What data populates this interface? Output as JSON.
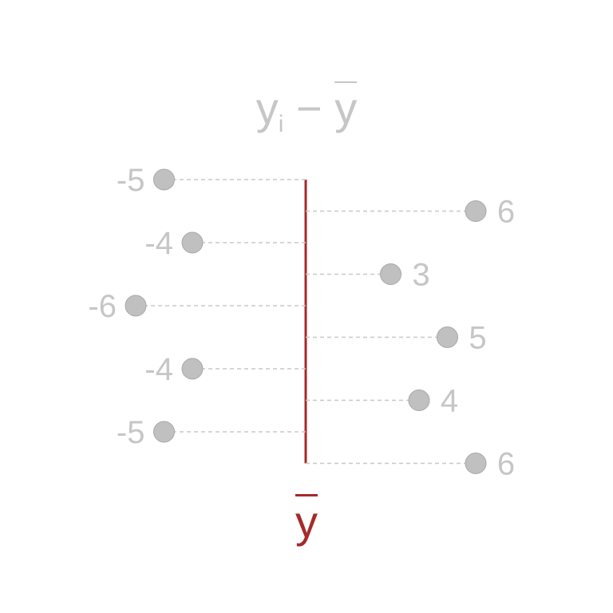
{
  "chart_data": {
    "type": "scatter",
    "title": "yᵢ − ȳ",
    "title_parts": {
      "main": "y",
      "sub": "i",
      "op": "−",
      "bar": "y"
    },
    "mean_label": "y",
    "x": [
      1,
      2,
      3,
      4,
      5,
      6,
      7,
      8,
      9,
      10
    ],
    "y": [
      -5,
      6,
      -4,
      3,
      -6,
      5,
      -4,
      4,
      -5,
      6
    ],
    "labels": [
      "-5",
      "6",
      "-4",
      "3",
      "-6",
      "5",
      "-4",
      "4",
      "-5",
      "6"
    ],
    "reference_line": {
      "value": 0,
      "color": "#a52a2a"
    },
    "point_color": "#c0c0c0",
    "label_color": "#c6c6c6",
    "grid": false,
    "legend": "none"
  }
}
